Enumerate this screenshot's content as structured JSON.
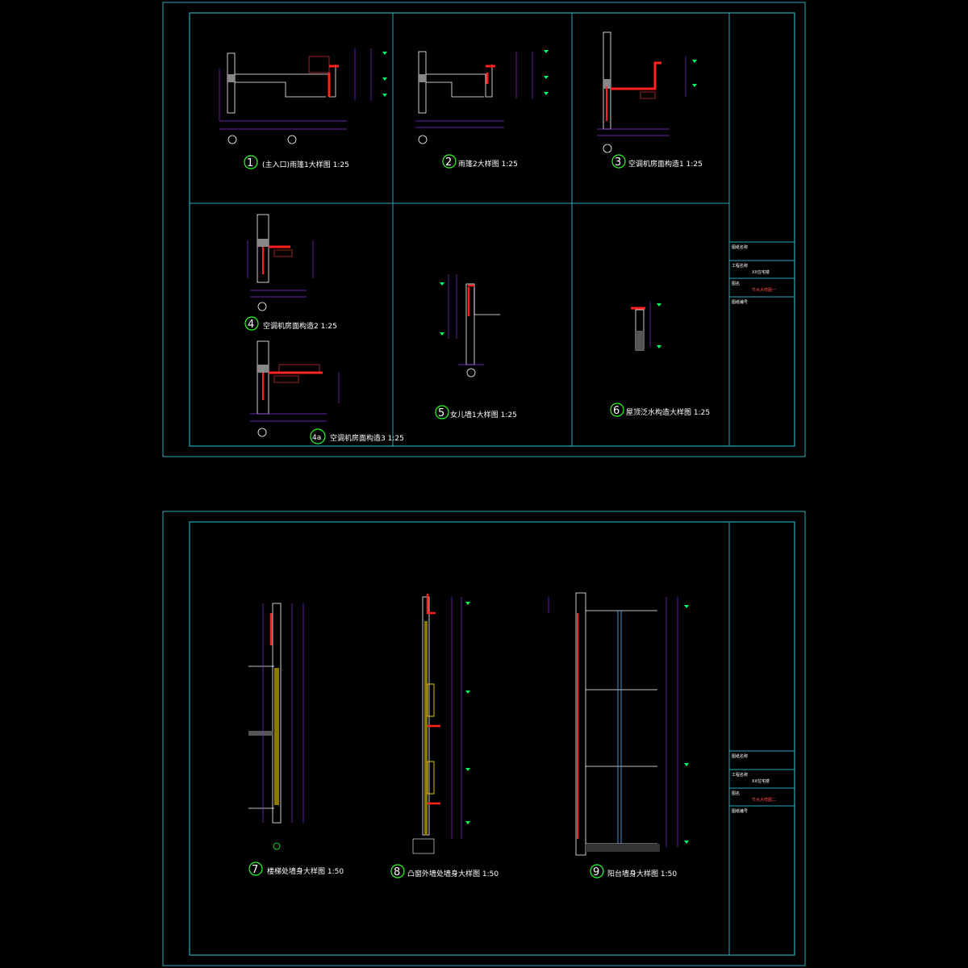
{
  "sheets": [
    {
      "title_block": {
        "r1": "图纸名称",
        "r2": "工程名称",
        "r2v": "XX住宅楼",
        "r3": "图名",
        "r3v": "节点大样图一",
        "r4": "图纸编号"
      },
      "details": [
        {
          "num": "1",
          "label": "(主入口)雨篷1大样图 1:25"
        },
        {
          "num": "2",
          "label": "雨篷2大样图 1:25"
        },
        {
          "num": "3",
          "label": "空调机房面构造1 1:25"
        },
        {
          "num": "4",
          "label": "空调机房面构造2 1:25"
        },
        {
          "num": "4a",
          "label": "空调机房面构造3 1:25"
        },
        {
          "num": "5",
          "label": "女儿墙1大样图 1:25"
        },
        {
          "num": "6",
          "label": "屋顶泛水构造大样图 1:25"
        }
      ]
    },
    {
      "title_block": {
        "r1": "图纸名称",
        "r2": "工程名称",
        "r2v": "XX住宅楼",
        "r3": "图名",
        "r3v": "节点大样图二",
        "r4": "图纸编号"
      },
      "details": [
        {
          "num": "7",
          "label": "楼梯处墙身大样图 1:50"
        },
        {
          "num": "8",
          "label": "凸窗外墙处墙身大样图 1:50"
        },
        {
          "num": "9",
          "label": "阳台墙身大样图 1:50"
        }
      ]
    }
  ],
  "colors": {
    "frame": "#2aa8b8",
    "dimension": "#8a2be2",
    "section": "#ff2020",
    "text": "#ffffff",
    "number_circle": "#29ff29",
    "level": "#00ff66"
  }
}
